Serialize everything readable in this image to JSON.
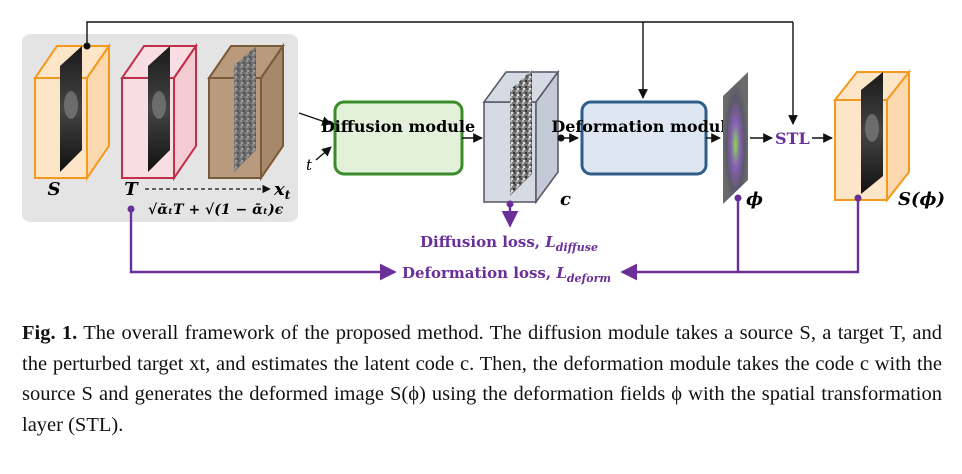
{
  "figure": {
    "modules": {
      "diffusion": "Diffusion module",
      "deformation": "Deformation module"
    },
    "symbols": {
      "source": "S",
      "target": "T",
      "xt": "x",
      "xt_sub": "t",
      "t_input": "t",
      "latent": "c",
      "phi": "ϕ",
      "deformed": "S(ϕ)"
    },
    "perturbation_formula": "√ᾱₜT + √(1 − ᾱₜ)ϵ",
    "stl": "STL",
    "losses": {
      "diffuse": "Diffusion loss, ",
      "diffuse_sym": "L",
      "diffuse_sub": "diffuse",
      "deform": "Deformation loss, ",
      "deform_sym": "L",
      "deform_sub": "deform"
    },
    "colors": {
      "diffusion_module": "#3a8c2a",
      "deformation_module": "#2e5f8a",
      "loss_arrows": "#6a2f99",
      "source_volume": "#f39a1e",
      "target_volume": "#c0304a"
    }
  },
  "caption": {
    "label": "Fig. 1.",
    "text": "The overall framework of the proposed method. The diffusion module takes a source S, a target T, and the perturbed target xt, and estimates the latent code c. Then, the deformation module takes the code c with the source S and generates the deformed image S(ϕ) using the deformation fields ϕ with the spatial transformation layer (STL)."
  }
}
